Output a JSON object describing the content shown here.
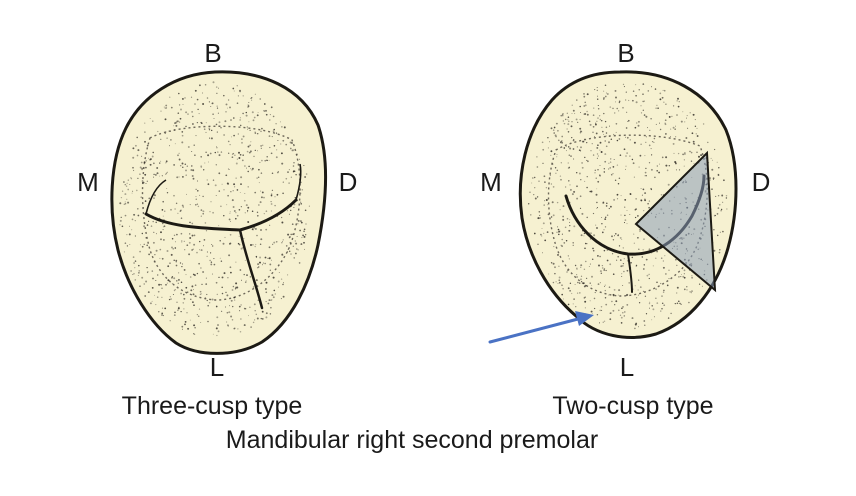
{
  "figure": {
    "caption": "Mandibular right  second premolar",
    "colors": {
      "crown_fill": "#f6f1d1",
      "outline": "#1c1a14",
      "stipple": "#2a2620",
      "triangle_fill": "#8a9cb8",
      "arrow": "#4a72c4"
    },
    "teeth": [
      {
        "label": "Three-cusp type",
        "orientation": {
          "top": "B",
          "bottom": "L",
          "left": "M",
          "right": "D"
        }
      },
      {
        "label": "Two-cusp type",
        "orientation": {
          "top": "B",
          "bottom": "L",
          "left": "M",
          "right": "D"
        },
        "annotations": [
          "triangle-highlight",
          "arrow"
        ]
      }
    ]
  }
}
